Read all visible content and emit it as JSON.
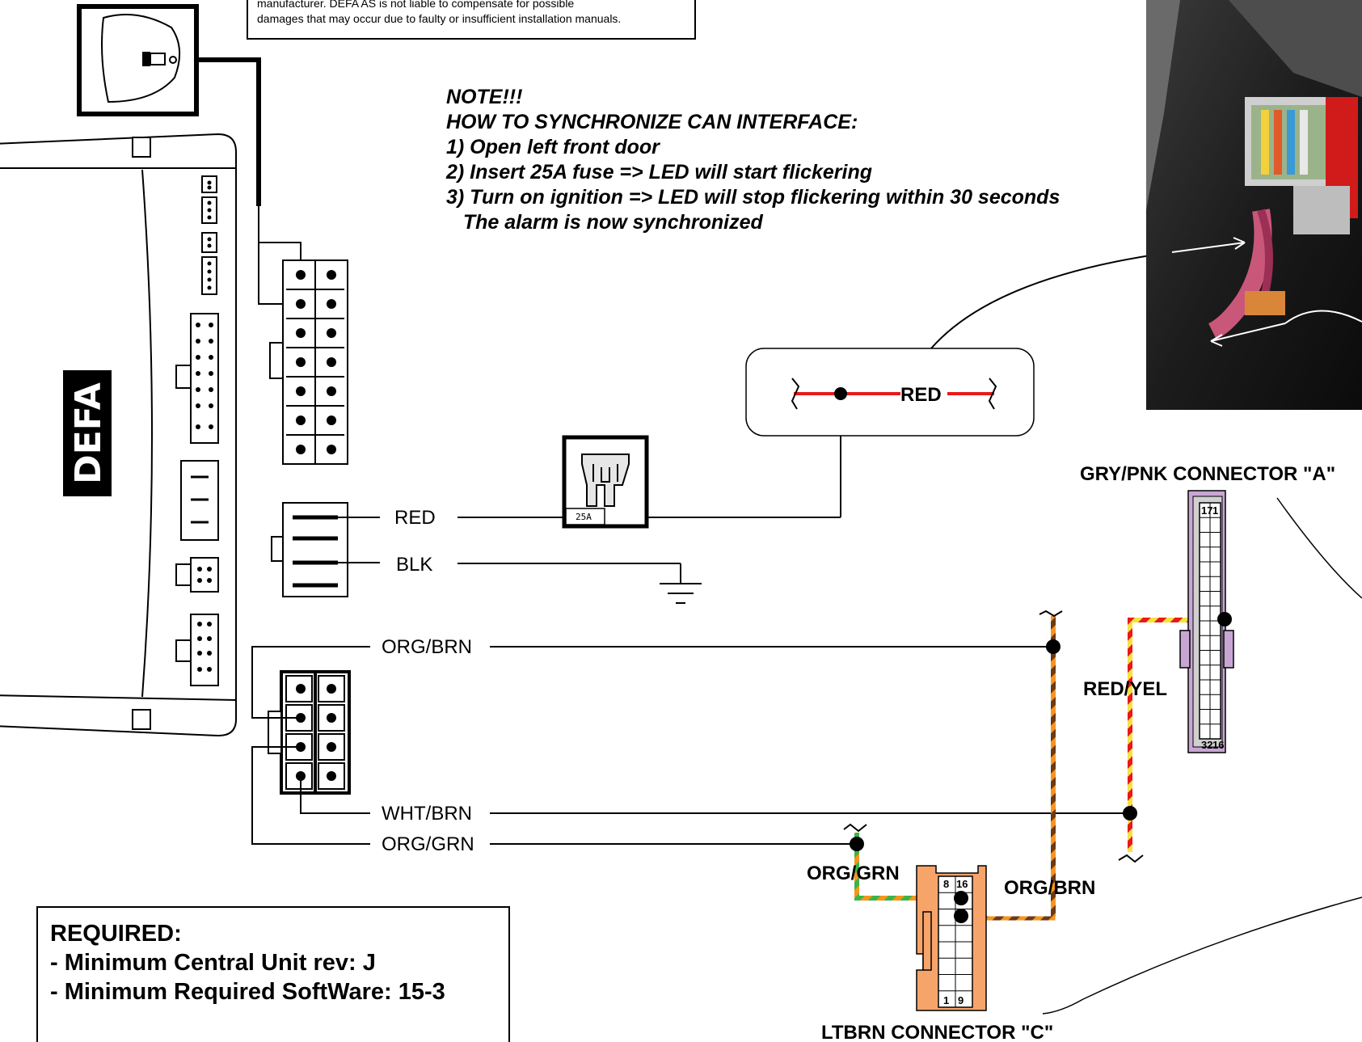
{
  "disclaimer": {
    "line1": "manufacturer. DEFA AS is not liable to compensate  for possible",
    "line2": "damages that may occur due to faulty or insufficient installation manuals."
  },
  "note": {
    "title": "NOTE!!!",
    "heading": "HOW TO SYNCHRONIZE CAN INTERFACE:",
    "steps": [
      "1) Open left front door",
      "2) Insert 25A fuse => LED will start flickering",
      "3) Turn on ignition => LED will stop flickering within 30 seconds",
      "   The alarm is now synchronized"
    ]
  },
  "central_unit": {
    "logo": "DEFA"
  },
  "fuse": {
    "rating": "25A"
  },
  "wires": {
    "red": "RED",
    "blk": "BLK",
    "org_brn": "ORG/BRN",
    "wht_brn": "WHT/BRN",
    "org_grn": "ORG/GRN",
    "inset_red": "RED",
    "red_yel": "RED/YEL",
    "org_grn_conn": "ORG/GRN",
    "org_brn_conn": "ORG/BRN"
  },
  "connector_a": {
    "title": "GRY/PNK CONNECTOR \"A\"",
    "pin_top_left": "17",
    "pin_top_right": "1",
    "pin_bottom_left": "32",
    "pin_bottom_right": "16"
  },
  "connector_c": {
    "title": "LTBRN CONNECTOR \"C\"",
    "pin_top_left": "8",
    "pin_top_right": "16",
    "pin_bottom_left": "1",
    "pin_bottom_right": "9"
  },
  "required": {
    "title": "REQUIRED:",
    "items": [
      "- Minimum Central Unit rev: J",
      "- Minimum Required SoftWare: 15-3"
    ]
  },
  "colors": {
    "red_wire": "#e8191b",
    "orange": "#f7941d",
    "brown": "#6b3a16",
    "green": "#39b54a",
    "yellow": "#f7e23c",
    "connector_a_fill": "#c8a6d4",
    "connector_c_fill": "#f7a46b"
  }
}
